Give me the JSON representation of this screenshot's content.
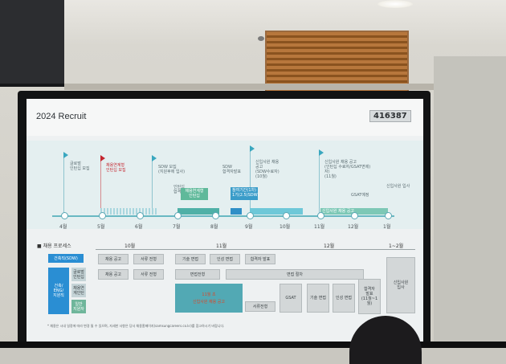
{
  "slide": {
    "title": "2024 Recruit",
    "code": "416387"
  },
  "timeline": {
    "months": [
      "4월",
      "5월",
      "6월",
      "7월",
      "8월",
      "9월",
      "10월",
      "11월",
      "12월",
      "1월"
    ],
    "events": [
      {
        "text": "글로벌\n인턴십 모집",
        "style": "teal"
      },
      {
        "text": "채용연계형\n인턴십 모집",
        "style": "red"
      },
      {
        "text": "SDW 모집\n(지원후에 입사)",
        "style": "teal"
      },
      {
        "text": "인턴십\n합격자발표",
        "style": "plain"
      },
      {
        "text": "SDW\n합격자발표",
        "style": "plain"
      },
      {
        "text": "신입사원 채용\n공고\n(SDW수료자)\n(10월)",
        "style": "teal"
      },
      {
        "text": "신입사원 채용 공고\n(인턴십 수료자/GSAT면제)\n자)\n(11월)",
        "style": "teal"
      },
      {
        "text": "GSAT예정",
        "style": "plain"
      },
      {
        "text": "신입사원 입사",
        "style": "plain"
      }
    ],
    "bars": {
      "internship": "채용연계형\n인턴십",
      "sdw": "참여기간(1차)\n1기(2.5)SDW)",
      "hire": "신입사원 채용 공고"
    }
  },
  "process": {
    "title": "■ 채용 프로세스",
    "columns": [
      "10월",
      "11월",
      "12월",
      "1~2월"
    ],
    "row1": [
      "건축직(SDW)",
      "채용 공고",
      "서류 전형",
      "기술 면접",
      "인성 면접",
      "합격자 발표"
    ],
    "row2_left": [
      "건축/\nENG/\n지원직",
      "글로벌\n인턴십",
      "채용연\n계인턴",
      "일반\n지원자"
    ],
    "row2": [
      "채용 공고",
      "서류 전형",
      "면접전형",
      "면접 절차",
      "GSAT",
      "기술 면접",
      "인성 면접",
      "합격자\n발표\n(11월~1\n월)",
      "신입사원\n입사"
    ],
    "highlight": [
      "11월 초",
      "신입사원 채용 공고",
      "서류전형"
    ],
    "footnote": "* 채용은 시내 일정에 따라 변경 될 수 있으며, 자세한 사항은 당사 채용홈페이지(samsungcareers.co.kr)를 참고하시기 바랍니다."
  },
  "colors": {
    "teal": "#3aa7bf",
    "red": "#c4262f",
    "blue": "#2a8ed3",
    "green": "#6fb69b"
  }
}
